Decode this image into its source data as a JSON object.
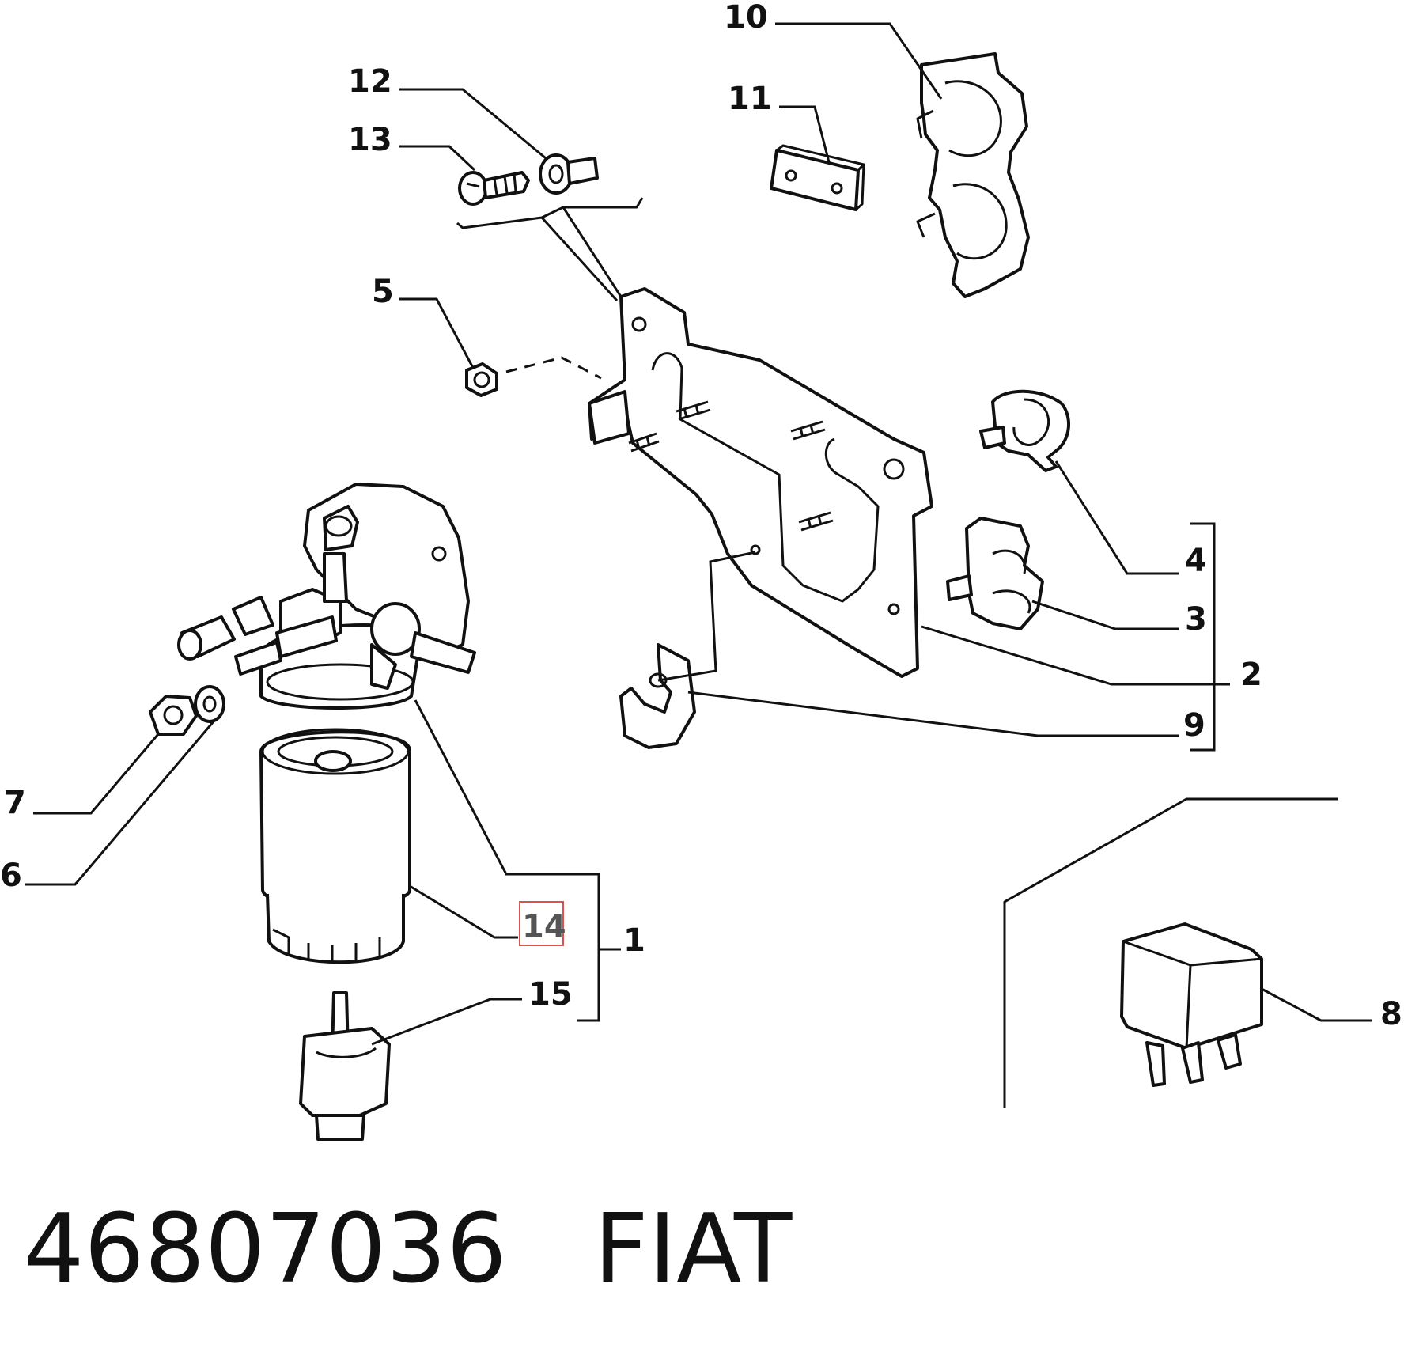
{
  "callouts": {
    "c1": "1",
    "c2": "2",
    "c3": "3",
    "c4": "4",
    "c5": "5",
    "c6": "6",
    "c7": "7",
    "c8": "8",
    "c9": "9",
    "c10": "10",
    "c11": "11",
    "c12": "12",
    "c13": "13",
    "c14": "14",
    "c15": "15"
  },
  "highlighted_callout": "14",
  "footer": {
    "part_number": "46807036",
    "brand": "FIAT"
  },
  "colors": {
    "line": "#111111",
    "highlight_fill": "#f7d6d6",
    "highlight_stroke": "#d9534f"
  }
}
